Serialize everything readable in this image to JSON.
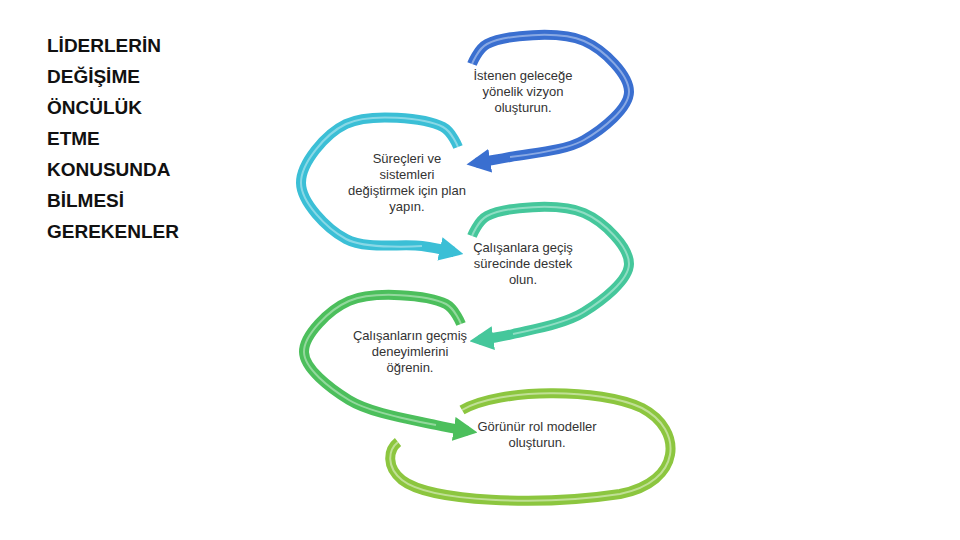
{
  "diagram": {
    "title": "LİDERLERİN DEĞİŞİME ÖNCÜLÜK ETME KONUSUNDA BİLMESİ GEREKENLER",
    "nodes": [
      {
        "text": [
          "İstenen geleceğe yönelik vizyon oluşturun."
        ]
      },
      {
        "text": [
          "Süreçleri ve sistemleri değiştirmek için plan yapın."
        ]
      },
      {
        "text": [
          "Çalışanlara geçiş sürecinde destek olun."
        ]
      },
      {
        "text": [
          "Çalışanların geçmiş deneyimlerini öğrenin."
        ]
      },
      {
        "text": [
          "Görünür rol modeller oluşturun."
        ]
      }
    ],
    "edges": [
      {
        "from": 0,
        "to": 1,
        "arrow": "to"
      },
      {
        "from": 1,
        "to": 2,
        "arrow": "to"
      },
      {
        "from": 2,
        "to": 3,
        "arrow": "to"
      },
      {
        "from": 3,
        "to": 4,
        "arrow": "to"
      }
    ]
  }
}
